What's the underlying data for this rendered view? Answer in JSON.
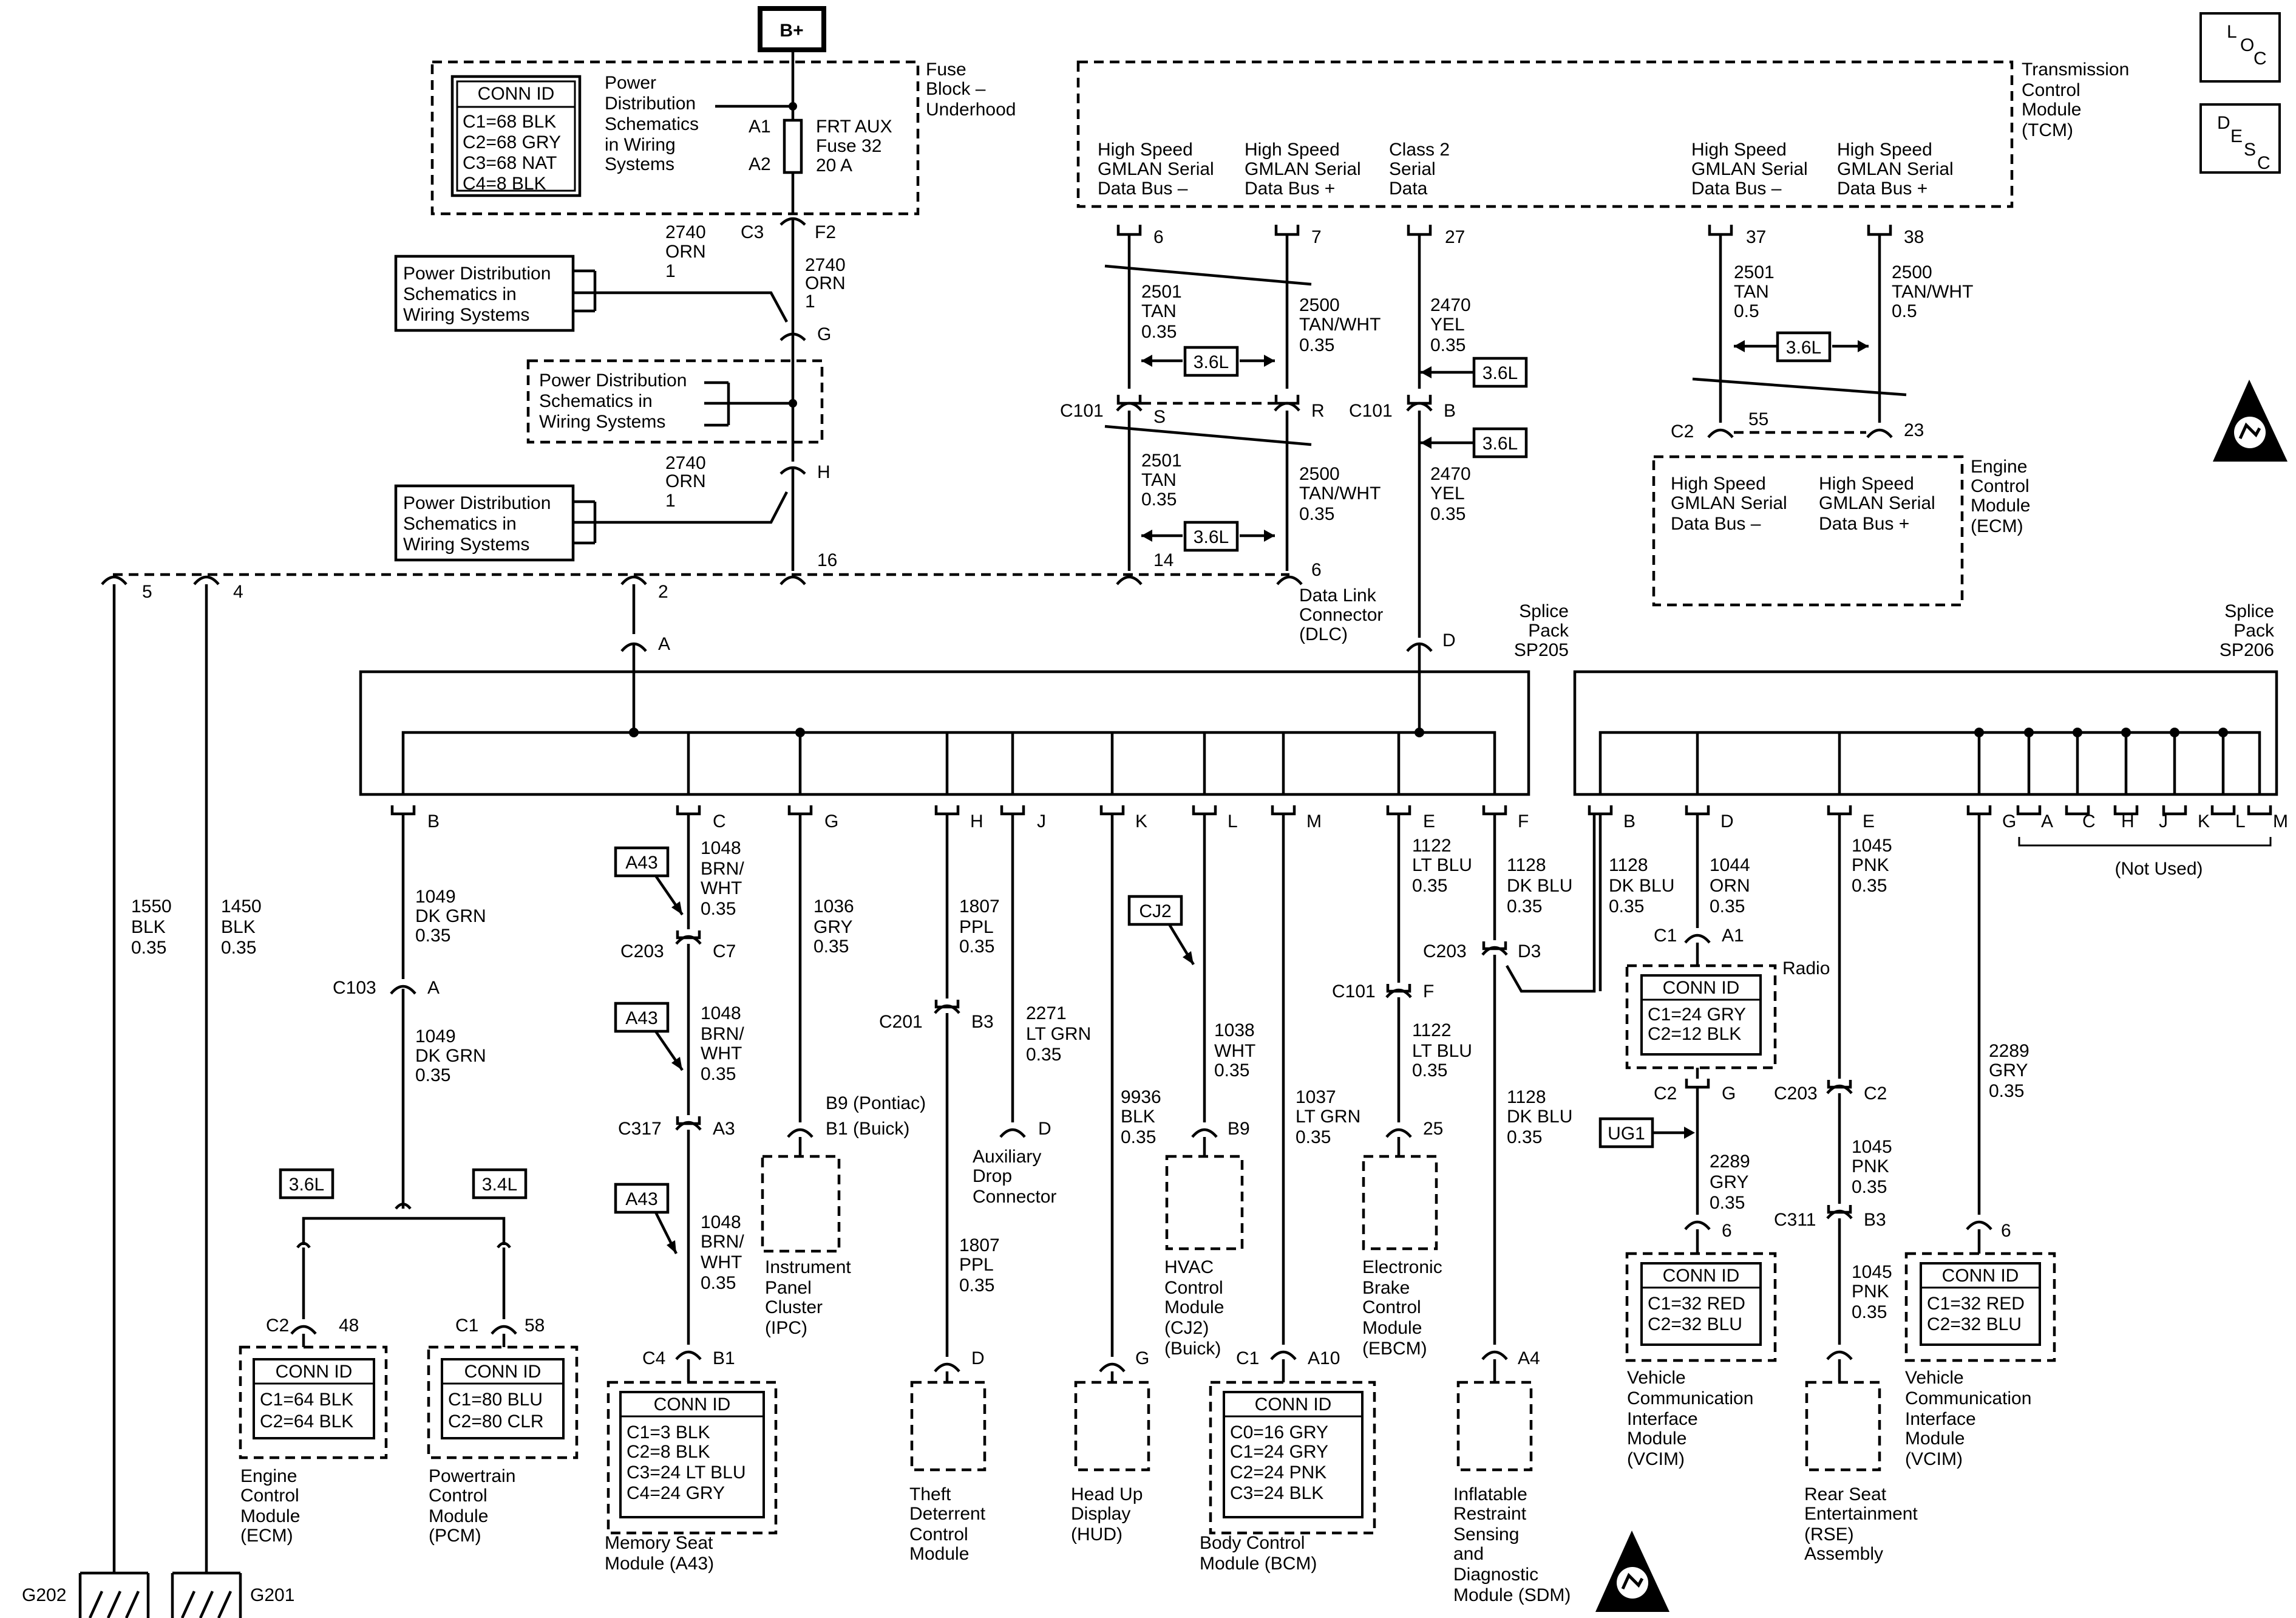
{
  "header": {
    "b_plus": "B+",
    "loc": [
      "L",
      "O",
      "C"
    ],
    "desc": [
      "D",
      "E",
      "S",
      "C"
    ]
  },
  "fuse_block": {
    "conn_title": "CONN ID",
    "conn_lines": [
      "C1=68 BLK",
      "C2=68 GRY",
      "C3=68 NAT",
      "C4=8 BLK"
    ],
    "schem": [
      "Power",
      "Distribution",
      "Schematics",
      "in Wiring",
      "Systems"
    ],
    "name": [
      "Fuse",
      "Block –",
      "Underhood"
    ],
    "a1": "A1",
    "a2": "A2",
    "fuse": [
      "FRT AUX",
      "Fuse 32",
      "20 A"
    ],
    "c3": "C3",
    "f2": "F2",
    "g": "G",
    "h": "H",
    "w1": [
      "2740",
      "ORN",
      "1"
    ],
    "w2": [
      "2740",
      "ORN",
      "1"
    ],
    "w3": [
      "2740",
      "ORN",
      "1"
    ]
  },
  "pd_refs": [
    [
      "Power Distribution",
      "Schematics in",
      "Wiring Systems"
    ],
    [
      "Power Distribution",
      "Schematics in",
      "Wiring Systems"
    ],
    [
      "Power Distribution",
      "Schematics in",
      "Wiring Systems"
    ]
  ],
  "dlc": {
    "name": [
      "Data Link",
      "Connector",
      "(DLC)"
    ],
    "pins": {
      "p5": "5",
      "p4": "4",
      "p2": "2",
      "p16": "16",
      "p14": "14",
      "p6": "6"
    }
  },
  "tcm": {
    "name": [
      "Transmission",
      "Control",
      "Module",
      "(TCM)"
    ],
    "labels": [
      [
        "High Speed",
        "GMLAN Serial",
        "Data Bus –"
      ],
      [
        "High Speed",
        "GMLAN Serial",
        "Data Bus +"
      ],
      [
        "Class 2",
        "Serial",
        "Data"
      ],
      [
        "High Speed",
        "GMLAN Serial",
        "Data Bus –"
      ],
      [
        "High Speed",
        "GMLAN Serial",
        "Data Bus +"
      ]
    ],
    "pins": [
      "6",
      "7",
      "27",
      "37",
      "38"
    ]
  },
  "bus_wires": {
    "w2501": [
      "2501",
      "TAN",
      "0.35"
    ],
    "w2500": [
      "2500",
      "TAN/WHT",
      "0.35"
    ],
    "w2470": [
      "2470",
      "YEL",
      "0.35"
    ],
    "w2501b": [
      "2501",
      "TAN",
      "0.35"
    ],
    "w2500b": [
      "2500",
      "TAN/WHT",
      "0.35"
    ],
    "w2470b": [
      "2470",
      "YEL",
      "0.35"
    ],
    "w2501c": [
      "2501",
      "TAN",
      "0.5"
    ],
    "w2500c": [
      "2500",
      "TAN/WHT",
      "0.5"
    ],
    "c101": "C101",
    "s": "S",
    "r": "R",
    "b": "B",
    "c2": "C2",
    "p55": "55",
    "p23": "23"
  },
  "option_36l": "3.6L",
  "option_34l": "3.4L",
  "ecm_top": {
    "labels": [
      [
        "High Speed",
        "GMLAN Serial",
        "Data Bus –"
      ],
      [
        "High Speed",
        "GMLAN Serial",
        "Data Bus +"
      ]
    ],
    "name": [
      "Engine",
      "Control",
      "Module",
      "(ECM)"
    ]
  },
  "sp205": {
    "name": [
      "Splice",
      "Pack",
      "SP205"
    ],
    "a": "A",
    "d": "D"
  },
  "sp206": {
    "name": [
      "Splice",
      "Pack",
      "SP206"
    ],
    "not_used": "(Not Used)"
  },
  "sp205_pins": [
    "B",
    "C",
    "G",
    "H",
    "J",
    "K",
    "L",
    "M",
    "E",
    "F"
  ],
  "sp206_pins": [
    "B",
    "D",
    "E",
    "G",
    "A",
    "C",
    "H",
    "J",
    "K",
    "L",
    "M"
  ],
  "grounds": {
    "w1550": [
      "1550",
      "BLK",
      "0.35"
    ],
    "w1450": [
      "1450",
      "BLK",
      "0.35"
    ],
    "g202": "G202",
    "g201": "G201"
  },
  "ecm_pcm": {
    "w1049a": [
      "1049",
      "DK GRN",
      "0.35"
    ],
    "c103": "C103",
    "a": "A",
    "w1049b": [
      "1049",
      "DK GRN",
      "0.35"
    ],
    "ecm_c": "C2",
    "ecm_p": "48",
    "pcm_c": "C1",
    "pcm_p": "58",
    "ecm_conn": [
      "CONN ID",
      "C1=64 BLK",
      "C2=64 BLK"
    ],
    "pcm_conn": [
      "CONN ID",
      "C1=80 BLU",
      "C2=80 CLR"
    ],
    "ecm_name": [
      "Engine",
      "Control",
      "Module",
      "(ECM)"
    ],
    "pcm_name": [
      "Powertrain",
      "Control",
      "Module",
      "(PCM)"
    ]
  },
  "seat": {
    "a43": "A43",
    "w1": [
      "1048",
      "BRN/",
      "WHT",
      "0.35"
    ],
    "w2": [
      "1048",
      "BRN/",
      "WHT",
      "0.35"
    ],
    "w3": [
      "1048",
      "BRN/",
      "WHT",
      "0.35"
    ],
    "c203": "C203",
    "c7": "C7",
    "c317": "C317",
    "a3": "A3",
    "c4": "C4",
    "b1": "B1",
    "conn": [
      "CONN ID",
      "C1=3 BLK",
      "C2=8 BLK",
      "C3=24 LT BLU",
      "C4=24 GRY"
    ],
    "name": [
      "Memory Seat",
      "Module (A43)"
    ]
  },
  "ipc": {
    "w": [
      "1036",
      "GRY",
      "0.35"
    ],
    "pin_a": "B9 (Pontiac)",
    "pin_b": "B1 (Buick)",
    "name": [
      "Instrument",
      "Panel",
      "Cluster",
      "(IPC)"
    ]
  },
  "theft": {
    "w1": [
      "1807",
      "PPL",
      "0.35"
    ],
    "w2": [
      "1807",
      "PPL",
      "0.35"
    ],
    "c201": "C201",
    "b3": "B3",
    "d": "D",
    "name": [
      "Theft",
      "Deterrent",
      "Control",
      "Module"
    ]
  },
  "adc": {
    "w": [
      "2271",
      "LT GRN",
      "0.35"
    ],
    "d": "D",
    "name": [
      "Auxiliary",
      "Drop",
      "Connector"
    ]
  },
  "hud": {
    "w": [
      "9936",
      "BLK",
      "0.35"
    ],
    "g": "G",
    "name": [
      "Head Up",
      "Display",
      "(HUD)"
    ]
  },
  "hvac": {
    "cj2": "CJ2",
    "w": [
      "1038",
      "WHT",
      "0.35"
    ],
    "b9": "B9",
    "name": [
      "HVAC",
      "Control",
      "Module",
      "(CJ2)",
      "(Buick)"
    ]
  },
  "bcm": {
    "w": [
      "1037",
      "LT GRN",
      "0.35"
    ],
    "c1": "C1",
    "a10": "A10",
    "conn": [
      "CONN ID",
      "C0=16 GRY",
      "C1=24 GRY",
      "C2=24 PNK",
      "C3=24 BLK"
    ],
    "name": [
      "Body Control",
      "Module (BCM)"
    ]
  },
  "ebcm": {
    "w1": [
      "1122",
      "LT BLU",
      "0.35"
    ],
    "w2": [
      "1122",
      "LT BLU",
      "0.35"
    ],
    "c101": "C101",
    "f": "F",
    "p25": "25",
    "name": [
      "Electronic",
      "Brake",
      "Control",
      "Module",
      "(EBCM)"
    ]
  },
  "sdm": {
    "w1": [
      "1128",
      "DK BLU",
      "0.35"
    ],
    "w2": [
      "1128",
      "DK BLU",
      "0.35"
    ],
    "c203": "C203",
    "d3": "D3",
    "a4": "A4",
    "name": [
      "Inflatable",
      "Restraint",
      "Sensing",
      "and",
      "Diagnostic",
      "Module (SDM)"
    ]
  },
  "radio": {
    "w1": [
      "1128",
      "DK BLU",
      "0.35"
    ],
    "w2": [
      "1044",
      "ORN",
      "0.35"
    ],
    "c1": "C1",
    "a1": "A1",
    "conn": [
      "CONN ID",
      "C1=24 GRY",
      "C2=12 BLK"
    ],
    "name": "Radio",
    "c2": "C2",
    "g": "G"
  },
  "vcim1": {
    "ug1": "UG1",
    "w": [
      "2289",
      "GRY",
      "0.35"
    ],
    "p6": "6",
    "conn": [
      "CONN ID",
      "C1=32 RED",
      "C2=32 BLU"
    ],
    "name": [
      "Vehicle",
      "Communication",
      "Interface",
      "Module",
      "(VCIM)"
    ]
  },
  "rse": {
    "w1": [
      "1045",
      "PNK",
      "0.35"
    ],
    "w2": [
      "1045",
      "PNK",
      "0.35"
    ],
    "w3": [
      "1045",
      "PNK",
      "0.35"
    ],
    "c203": "C203",
    "c2": "C2",
    "c311": "C311",
    "b3": "B3",
    "name": [
      "Rear Seat",
      "Entertainment",
      "(RSE)",
      "Assembly"
    ]
  },
  "vcim2": {
    "w": [
      "2289",
      "GRY",
      "0.35"
    ],
    "p6": "6",
    "conn": [
      "CONN ID",
      "C1=32 RED",
      "C2=32 BLU"
    ],
    "name": [
      "Vehicle",
      "Communication",
      "Interface",
      "Module",
      "(VCIM)"
    ]
  }
}
